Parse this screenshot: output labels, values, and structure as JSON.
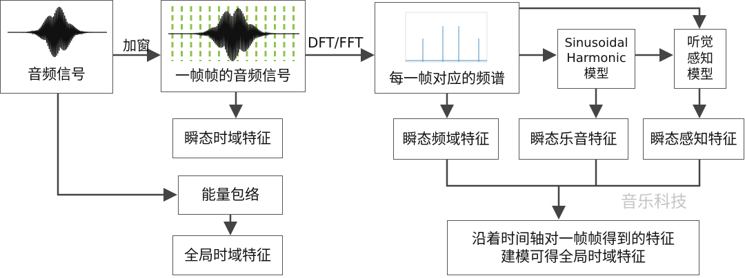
{
  "nodes": {
    "audio": "音频信号",
    "frames": "一帧帧的音频信号",
    "spectrum": "每一帧对应的频谱",
    "sinusoidal": [
      "Sinusoidal",
      "Harmonic",
      "模型"
    ],
    "perceptual": [
      "听觉",
      "感知",
      "模型"
    ],
    "transient_time": "瞬态时域特征",
    "energy": "能量包络",
    "global_time": "全局时域特征",
    "transient_freq": "瞬态频域特征",
    "transient_music": "瞬态乐音特征",
    "transient_perc": "瞬态感知特征",
    "final": [
      "沿着时间轴对一帧帧得到的特征",
      "建模可得全局时域特征"
    ]
  },
  "edges": {
    "windowing": "加窗",
    "dft": "DFT/FFT"
  },
  "watermark": "音乐科技",
  "colors": {
    "frame_marker": "#8fc34a",
    "spectrum_line": "#4a90c8"
  }
}
